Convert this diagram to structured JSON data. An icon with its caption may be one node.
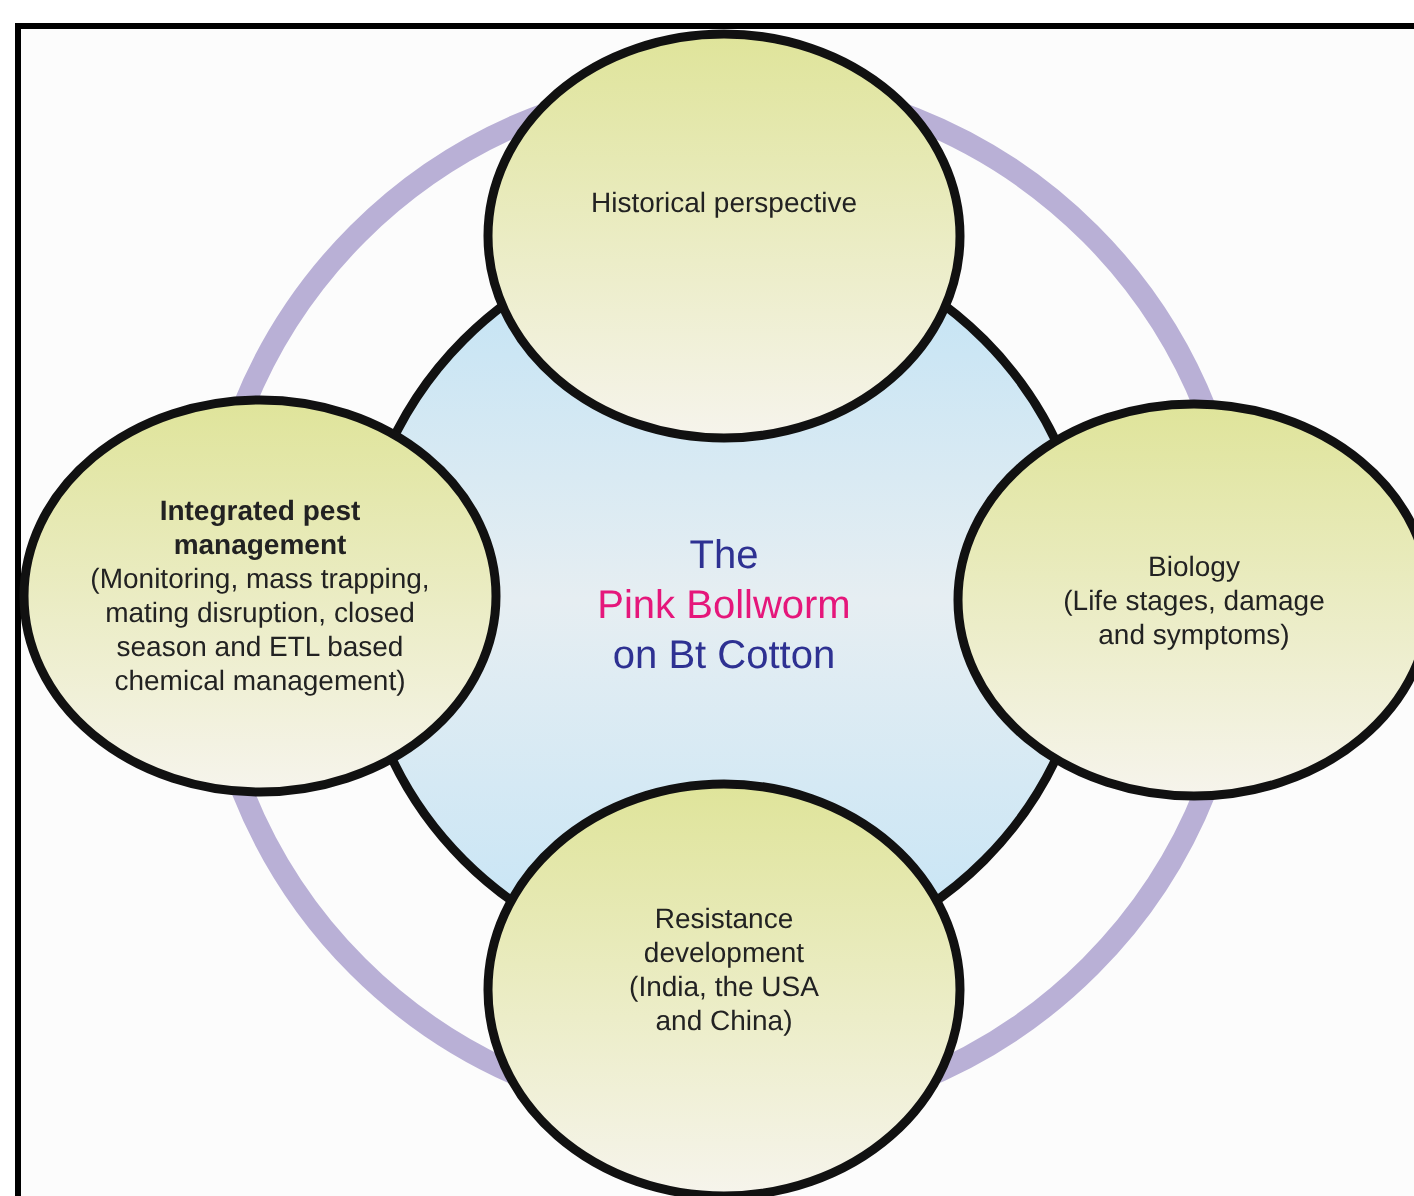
{
  "diagram": {
    "nodes": [
      {
        "text": [
          "Historical perspective"
        ]
      },
      {
        "text": [
          "Integrated pest management",
          "(Monitoring, mass trapping, mating disruption, closed season and ETL based chemical management)"
        ]
      },
      {
        "text": [
          "The",
          "Pink Bollworm",
          "on Bt Cotton"
        ]
      },
      {
        "text": [
          "Biology",
          "(Life stages, damage and symptoms)"
        ]
      },
      {
        "text": [
          "Resistance development",
          "(India, the USA and China)"
        ]
      }
    ]
  }
}
